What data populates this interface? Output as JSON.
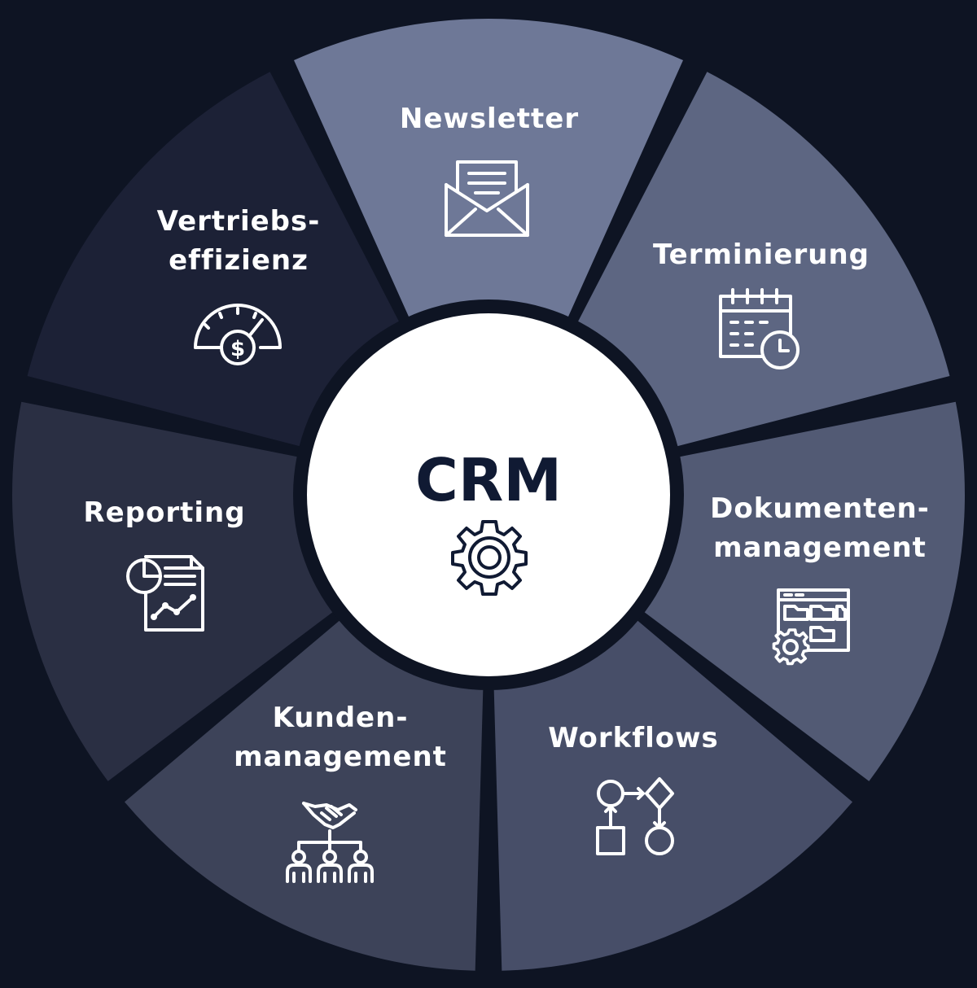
{
  "center": {
    "label": "CRM",
    "icon": "gear-icon"
  },
  "segments": [
    {
      "id": "newsletter",
      "lines": [
        "Newsletter"
      ],
      "icon": "envelope-newsletter-icon",
      "color": "#6e7897"
    },
    {
      "id": "terminierung",
      "lines": [
        "Terminierung"
      ],
      "icon": "calendar-clock-icon",
      "color": "#5d6682"
    },
    {
      "id": "dokumenten",
      "lines": [
        "Dokumenten-",
        "management"
      ],
      "icon": "document-folders-gear-icon",
      "color": "#525a74"
    },
    {
      "id": "workflows",
      "lines": [
        "Workflows"
      ],
      "icon": "workflow-icon",
      "color": "#474e68"
    },
    {
      "id": "kunden",
      "lines": [
        "Kunden-",
        "management"
      ],
      "icon": "handshake-people-icon",
      "color": "#3d4359"
    },
    {
      "id": "reporting",
      "lines": [
        "Reporting"
      ],
      "icon": "report-chart-icon",
      "color": "#2a2f43"
    },
    {
      "id": "vertrieb",
      "lines": [
        "Vertriebs-",
        "effizienz"
      ],
      "icon": "gauge-dollar-icon",
      "color": "#1c2136"
    }
  ]
}
